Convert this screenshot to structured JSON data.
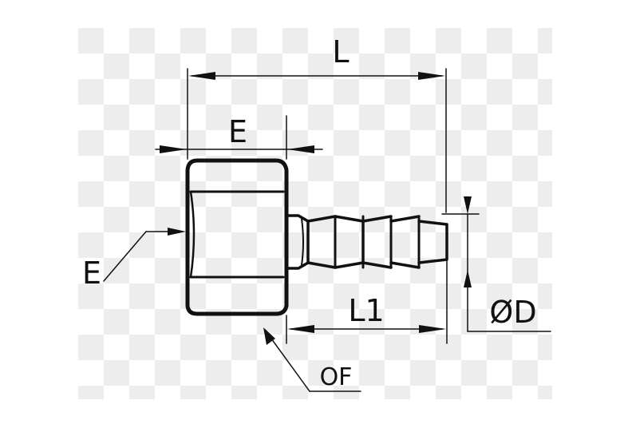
{
  "labels": {
    "overall_length": "L",
    "hex_width": "E",
    "thread": "E",
    "barb_length": "L1",
    "hose_diameter": "ØD",
    "across_flats": "OF"
  },
  "colors": {
    "line": "#111111",
    "checker_light": "#ffffff",
    "checker_dark": "#ededed"
  }
}
